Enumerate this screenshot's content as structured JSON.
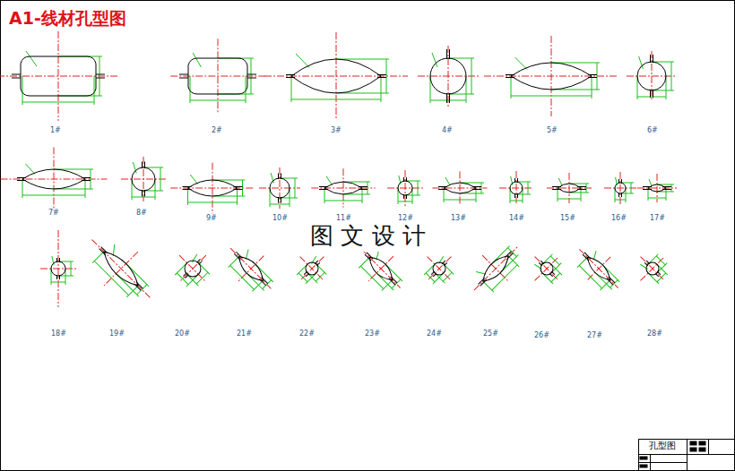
{
  "diagram": {
    "title": "A1-线材孔型图",
    "labels": [
      "1#",
      "2#",
      "3#",
      "4#",
      "5#",
      "6#",
      "7#",
      "8#",
      "9#",
      "10#",
      "11#",
      "12#",
      "13#",
      "14#",
      "15#",
      "16#",
      "17#",
      "18#",
      "19#",
      "20#",
      "21#",
      "22#",
      "23#",
      "24#",
      "25#",
      "26#",
      "27#",
      "28#",
      "图 文 设 计",
      "孔型图"
    ]
  }
}
